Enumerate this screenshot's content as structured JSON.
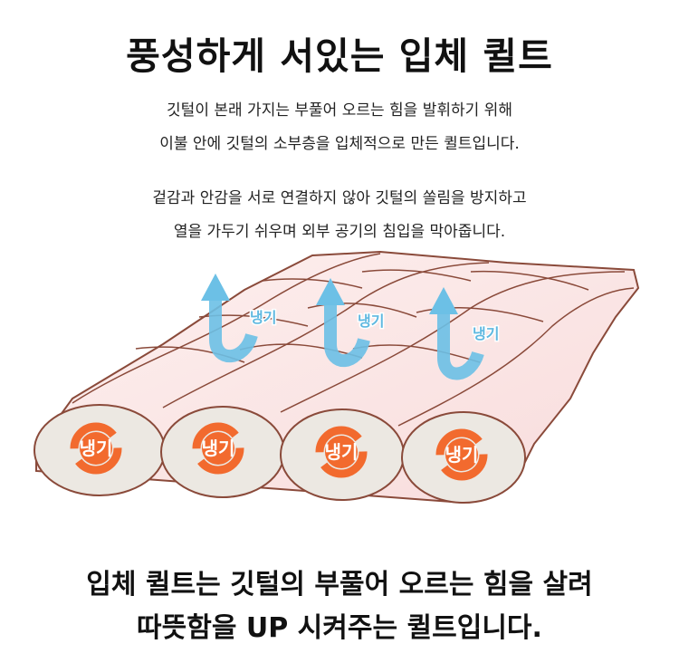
{
  "title": "풍성하게 서있는 입체 퀼트",
  "description": {
    "lines_1": [
      "깃털이 본래 가지는 부풀어 오르는 힘을 발휘하기 위해",
      "이불 안에 깃털의 소부층을 입체적으로 만든 퀼트입니다."
    ],
    "lines_2": [
      "겉감과 안감을 서로 연결하지 않아 깃털의 쏠림을 방지하고",
      "열을 가두기 쉬우며 외부 공기의 침입을 막아줍니다."
    ]
  },
  "illustration": {
    "cold_air_labels": [
      "냉기",
      "냉기",
      "냉기"
    ],
    "circle_labels": [
      "냉기",
      "냉기",
      "냉기",
      "냉기"
    ],
    "colors": {
      "quilt": "#fbe4e4",
      "outline": "#8a4a3a",
      "cold_arrow": "#6cc0e6",
      "warm_arrow": "#f26a2e",
      "section": "#ece8e2"
    }
  },
  "bottom_text": [
    "입체 퀼트는 깃털의 부풀어 오르는 힘을 살려",
    "따뜻함을 UP 시켜주는 퀼트입니다."
  ]
}
